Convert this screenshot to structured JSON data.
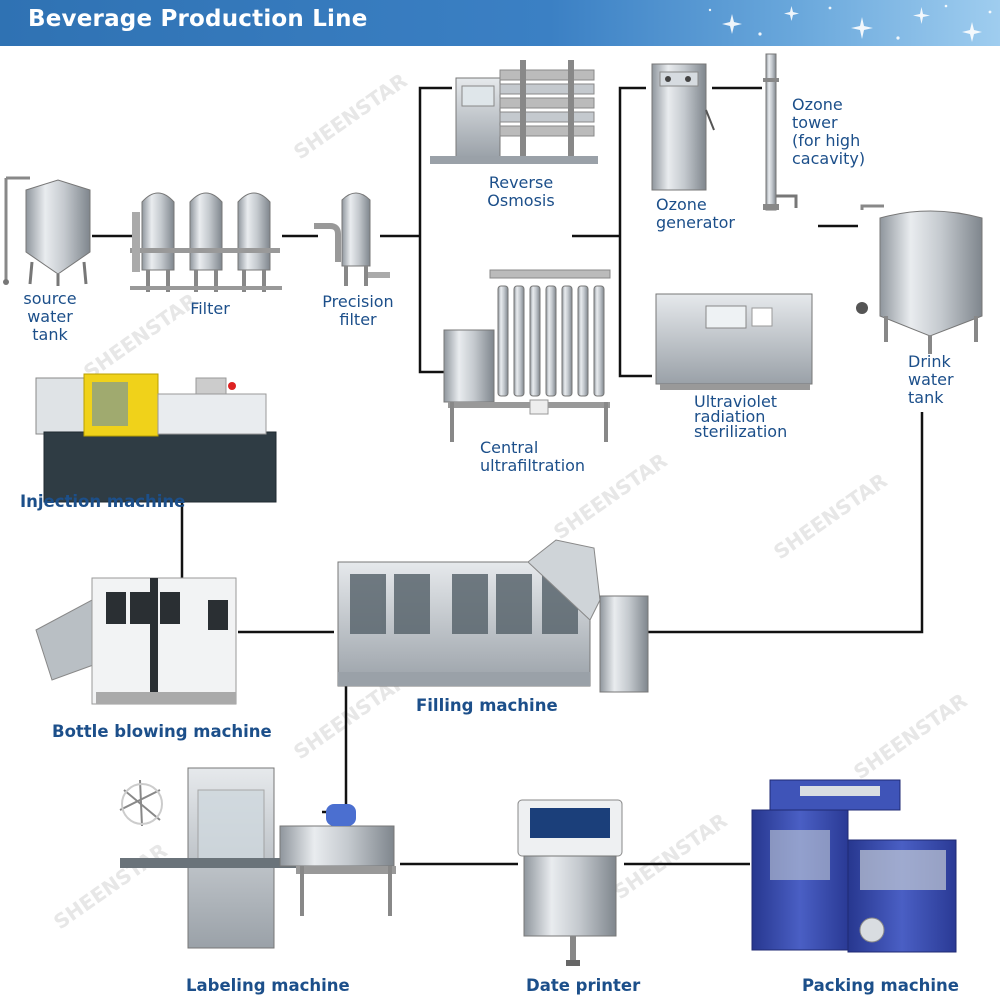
{
  "title": "Beverage Production Line",
  "colors": {
    "header_blue": "#2f72b3",
    "label_blue": "#1c4f8a",
    "connector": "#111111",
    "steel": "#c7ccd1",
    "machine_blue": "#3346a6",
    "injection_yellow": "#f0d21a"
  },
  "labels": {
    "source_tank": "source\nwater\ntank",
    "filter": "Filter",
    "precision_filter": "Precision\nfilter",
    "reverse_osmosis": "Reverse\nOsmosis",
    "central_uf": "Central\nultrafiltration",
    "ozone_generator": "Ozone\ngenerator",
    "ozone_tower": "Ozone\ntower\n(for high\ncacavity)",
    "uv_sterilization": "Ultraviolet\nradiation\nsterilization",
    "drink_tank": "Drink\nwater\ntank",
    "injection_machine": "Injection machine",
    "bottle_blowing": "Bottle blowing machine",
    "filling_machine": "Filling machine",
    "labeling_machine": "Labeling machine",
    "date_printer": "Date printer",
    "packing_machine": "Packing machine"
  },
  "icons": [
    "header-sparkle-icon",
    "source-water-tank-icon",
    "filter-tanks-icon",
    "precision-filter-icon",
    "reverse-osmosis-unit-icon",
    "ultrafiltration-unit-icon",
    "ozone-generator-icon",
    "ozone-tower-icon",
    "uv-sterilizer-icon",
    "drink-water-tank-icon",
    "injection-machine-icon",
    "bottle-blowing-machine-icon",
    "filling-machine-icon",
    "labeling-machine-icon",
    "date-printer-icon",
    "packing-machine-icon"
  ]
}
